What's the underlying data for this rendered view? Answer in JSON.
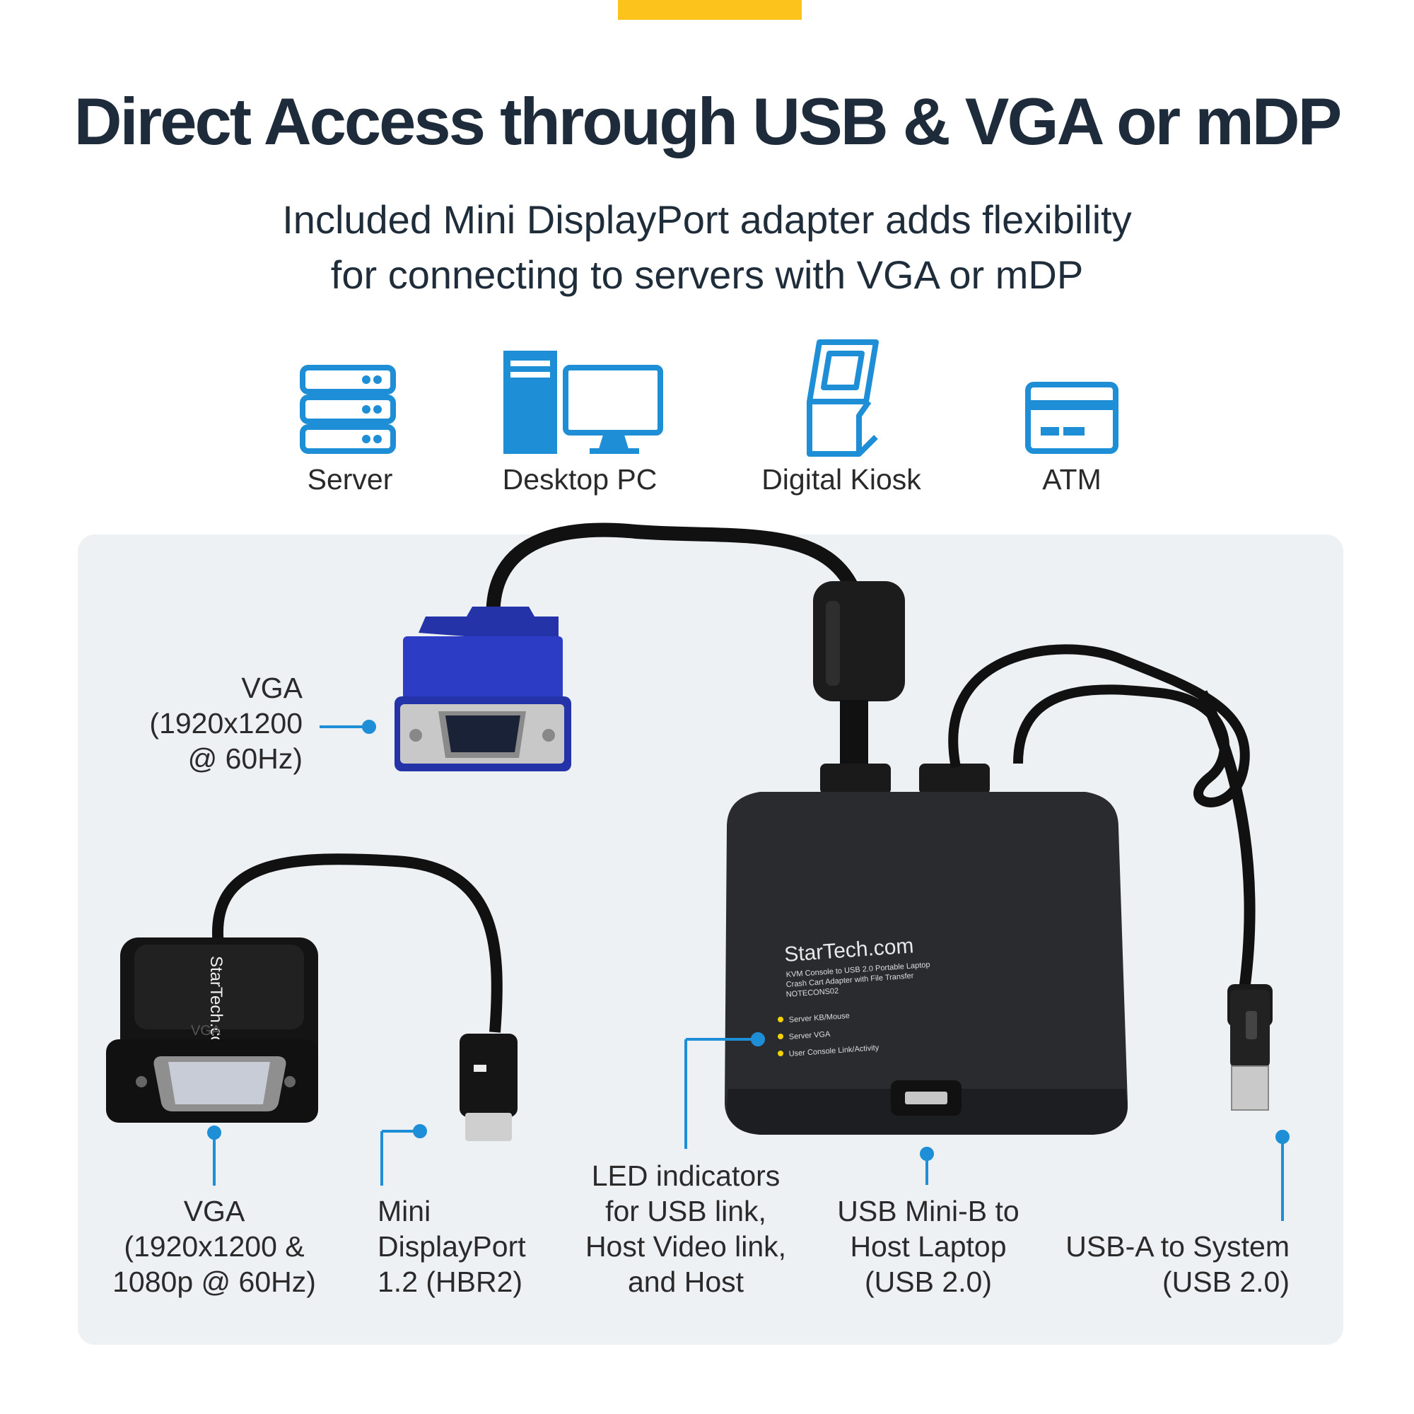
{
  "header": {
    "title": "Direct Access through USB & VGA or mDP",
    "subtitle_line1": "Included Mini DisplayPort adapter adds flexibility",
    "subtitle_line2": "for connecting to servers with VGA or mDP"
  },
  "devices": [
    {
      "label": "Server",
      "icon": "server-icon"
    },
    {
      "label": "Desktop PC",
      "icon": "desktop-pc-icon"
    },
    {
      "label": "Digital Kiosk",
      "icon": "kiosk-icon"
    },
    {
      "label": "ATM",
      "icon": "atm-icon"
    }
  ],
  "callouts": {
    "vga_top": [
      "VGA",
      "(1920x1200",
      "@ 60Hz)"
    ],
    "vga_adapter": [
      "VGA",
      "(1920x1200 &",
      "1080p @ 60Hz)"
    ],
    "mini_dp": [
      "Mini",
      "DisplayPort",
      "1.2 (HBR2)"
    ],
    "led": [
      "LED indicators",
      "for USB link,",
      "Host Video link,",
      "and Host"
    ],
    "usb_mini": [
      "USB Mini-B to",
      "Host Laptop",
      "(USB 2.0)"
    ],
    "usb_a": [
      "USB-A to System",
      "(USB 2.0)"
    ]
  },
  "product": {
    "brand": "StarTech.com",
    "description_line1": "KVM Console to USB 2.0 Portable Laptop",
    "description_line2": "Crash Cart Adapter with File Transfer",
    "model": "NOTECONS02",
    "leds": [
      "Server KB/Mouse",
      "Server VGA",
      "User Console Link/Activity"
    ],
    "adapter_brand": "StarTech.com",
    "adapter_port_label": "VGA"
  },
  "colors": {
    "accent": "#fcc31c",
    "icon_blue": "#1e8fd6",
    "callout_blue": "#1e8fd6",
    "headline": "#1e2b3a"
  }
}
